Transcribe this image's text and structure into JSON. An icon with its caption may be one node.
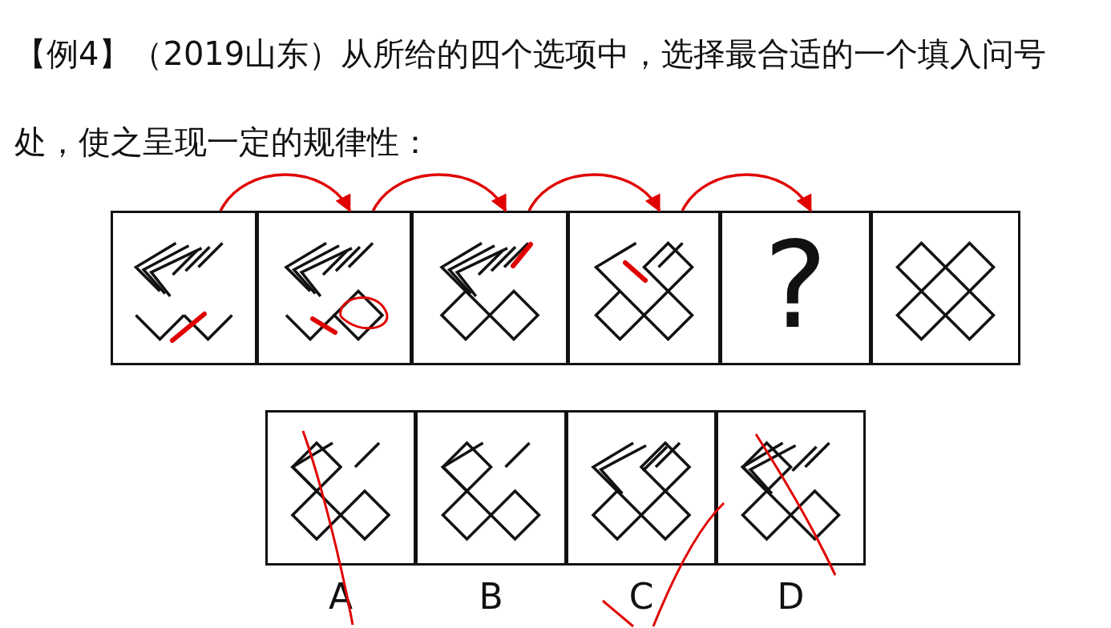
{
  "diagram": {
    "title": "【例4】（2019山东）从所给的四个选项中，选择最合适的一个填入问号处，使之呈现一定的规律性：",
    "nodes": [
      {
        "text": [],
        "shape": "picture"
      },
      {
        "text": [],
        "shape": "picture"
      },
      {
        "text": [],
        "shape": "picture"
      },
      {
        "text": [],
        "shape": "picture"
      },
      {
        "text": [
          "?"
        ]
      },
      {
        "text": [],
        "shape": "picture"
      },
      {
        "text": [],
        "shape": "picture",
        "beside": [
          "A"
        ]
      },
      {
        "text": [],
        "shape": "picture",
        "beside": [
          "B"
        ]
      },
      {
        "text": [],
        "shape": "picture",
        "beside": [
          "C"
        ]
      },
      {
        "text": [],
        "shape": "picture",
        "beside": [
          "D"
        ]
      }
    ],
    "edges": [
      {
        "from": 0,
        "to": 1,
        "arrow": "to",
        "color": "#e00000"
      },
      {
        "from": 1,
        "to": 2,
        "arrow": "to",
        "color": "#e00000"
      },
      {
        "from": 2,
        "to": 3,
        "arrow": "to",
        "color": "#e00000"
      },
      {
        "from": 3,
        "to": 4,
        "arrow": "to",
        "color": "#e00000"
      }
    ]
  }
}
